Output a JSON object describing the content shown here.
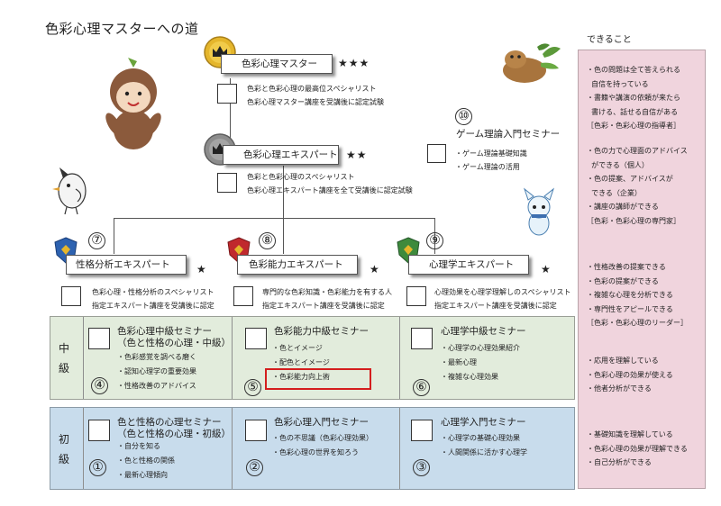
{
  "title": "色彩心理マスターへの道",
  "side": {
    "title": "できること",
    "blocks": [
      "・色の問題は全て答えられる\n  自信を持っている\n・書籍や講演の依頼が来たら\n  書ける、話せる自信がある\n［色彩・色彩心理の指導者］",
      "・色の力で心理面のアドバイス\n  ができる（個人）\n・色の提案、アドバイスが\n  できる（企業）\n・講座の講師ができる\n［色彩・色彩心理の専門家］",
      "・性格改善の提案できる\n・色彩の提案ができる\n・複雑な心理を分析できる\n・専門性をアピールできる\n［色彩・色彩心理のリーダー］",
      "・応用を理解している\n・色彩心理の効果が使える\n・他者分析ができる",
      "・基礎知識を理解している\n・色彩心理の効果が理解できる\n・自己分析ができる"
    ]
  },
  "colors": {
    "gold": "#e5b62c",
    "silver": "#8c8c8c",
    "blue_badge": "#2d62b0",
    "red_badge": "#c0292d",
    "green_badge": "#3e8a3c",
    "mid_band": "#e2ecdc",
    "low_band": "#c8dcec",
    "side_panel": "#f0d4dd",
    "highlight": "#d41e1e"
  },
  "master": {
    "label": "色彩心理マスター",
    "stars": "★★★",
    "desc": "色彩と色彩心理の最高位スペシャリスト\n色彩心理マスター講座を受講後に認定試験",
    "icon": "gold-crown-medal-icon"
  },
  "expert": {
    "label": "色彩心理エキスパート",
    "stars": "★★",
    "desc": "色彩と色彩心理のスペシャリスト\n色彩心理エキスパート講座を全て受講後に認定試験",
    "icon": "silver-crown-medal-icon"
  },
  "game": {
    "num": "⑩",
    "title": "ゲーム理論入門セミナー",
    "desc": "・ゲーム理論基礎知識\n・ゲーム理論の活用"
  },
  "specialists": [
    {
      "num": "⑦",
      "label": "性格分析エキスパート",
      "star": "★",
      "desc": "色彩心理・性格分析のスペシャリスト\n指定エキスパート講座を受講後に認定",
      "icon": "blue-shield-badge-icon"
    },
    {
      "num": "⑧",
      "label": "色彩能力エキスパート",
      "star": "★",
      "desc": "専門的な色彩知識・色彩能力を有する人\n指定エキスパート講座を受講後に認定",
      "icon": "red-shield-badge-icon"
    },
    {
      "num": "⑨",
      "label": "心理学エキスパート",
      "star": "★",
      "desc": "心理効果を心理学理解しのスペシャリスト\n指定エキスパート講座を受講後に認定",
      "icon": "green-shield-badge-icon"
    }
  ],
  "intermediate": {
    "label": "中級",
    "seminars": [
      {
        "title": "色彩心理中級セミナー\n（色と性格の心理・中級）",
        "items": "・色彩感覚を調べる磨く\n・認知心理学の重要効果\n・性格改善のアドバイス",
        "num": "④"
      },
      {
        "title": "色彩能力中級セミナー",
        "items": "・色とイメージ\n・配色とイメージ\n・色彩能力向上術",
        "num": "⑤"
      },
      {
        "title": "心理学中級セミナー",
        "items": "・心理学の心理効果紹介\n・最新心理\n・複雑な心理効果",
        "num": "⑥"
      }
    ]
  },
  "beginner": {
    "label": "初級",
    "seminars": [
      {
        "title": "色と性格の心理セミナー\n（色と性格の心理・初級）",
        "items": "・自分を知る\n・色と性格の関係\n・最新心理傾向",
        "num": "①"
      },
      {
        "title": "色彩心理入門セミナー",
        "items": "・色の不思議（色彩心理効果）\n・色彩心理の世界を知ろう",
        "num": "②"
      },
      {
        "title": "心理学入門セミナー",
        "items": "・心理学の基礎心理効果\n・人間関係に活かす心理学",
        "num": "③"
      }
    ]
  }
}
